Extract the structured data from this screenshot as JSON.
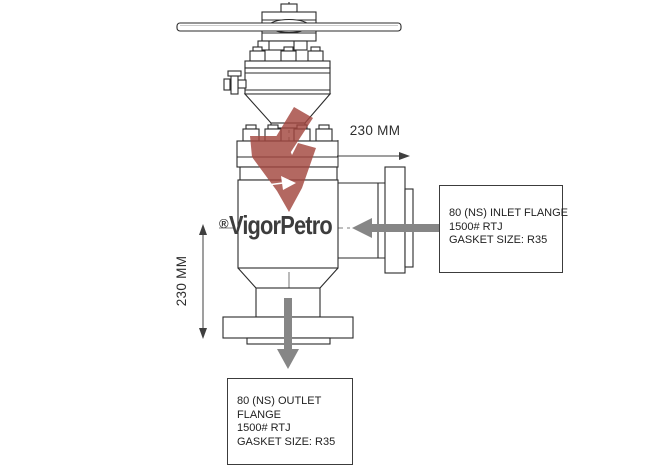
{
  "diagram": {
    "title_context": "Angle valve technical drawing",
    "dimension_horizontal": {
      "label": "230 MM"
    },
    "dimension_vertical": {
      "label": "230 MM"
    },
    "inlet_box": {
      "lines": [
        "80 (NS) INLET FLANGE",
        "1500# RTJ",
        "GASKET SIZE: R35"
      ]
    },
    "outlet_box": {
      "lines": [
        "80 (NS) OUTLET",
        "FLANGE",
        "1500# RTJ",
        "GASKET SIZE: R35"
      ]
    },
    "watermark": {
      "registered_mark": "®",
      "brand": "VigorPetro"
    },
    "icons": {
      "inlet_flow_arrow": "left-arrow",
      "outlet_flow_arrow": "down-arrow",
      "watermark_logo": "red-v-ribbon"
    },
    "colors": {
      "logo_red": "#a3473f",
      "flow_arrow_gray": "#868686",
      "line_dark": "#2b2b2b",
      "watermark_text": "#3d3d3d"
    }
  }
}
